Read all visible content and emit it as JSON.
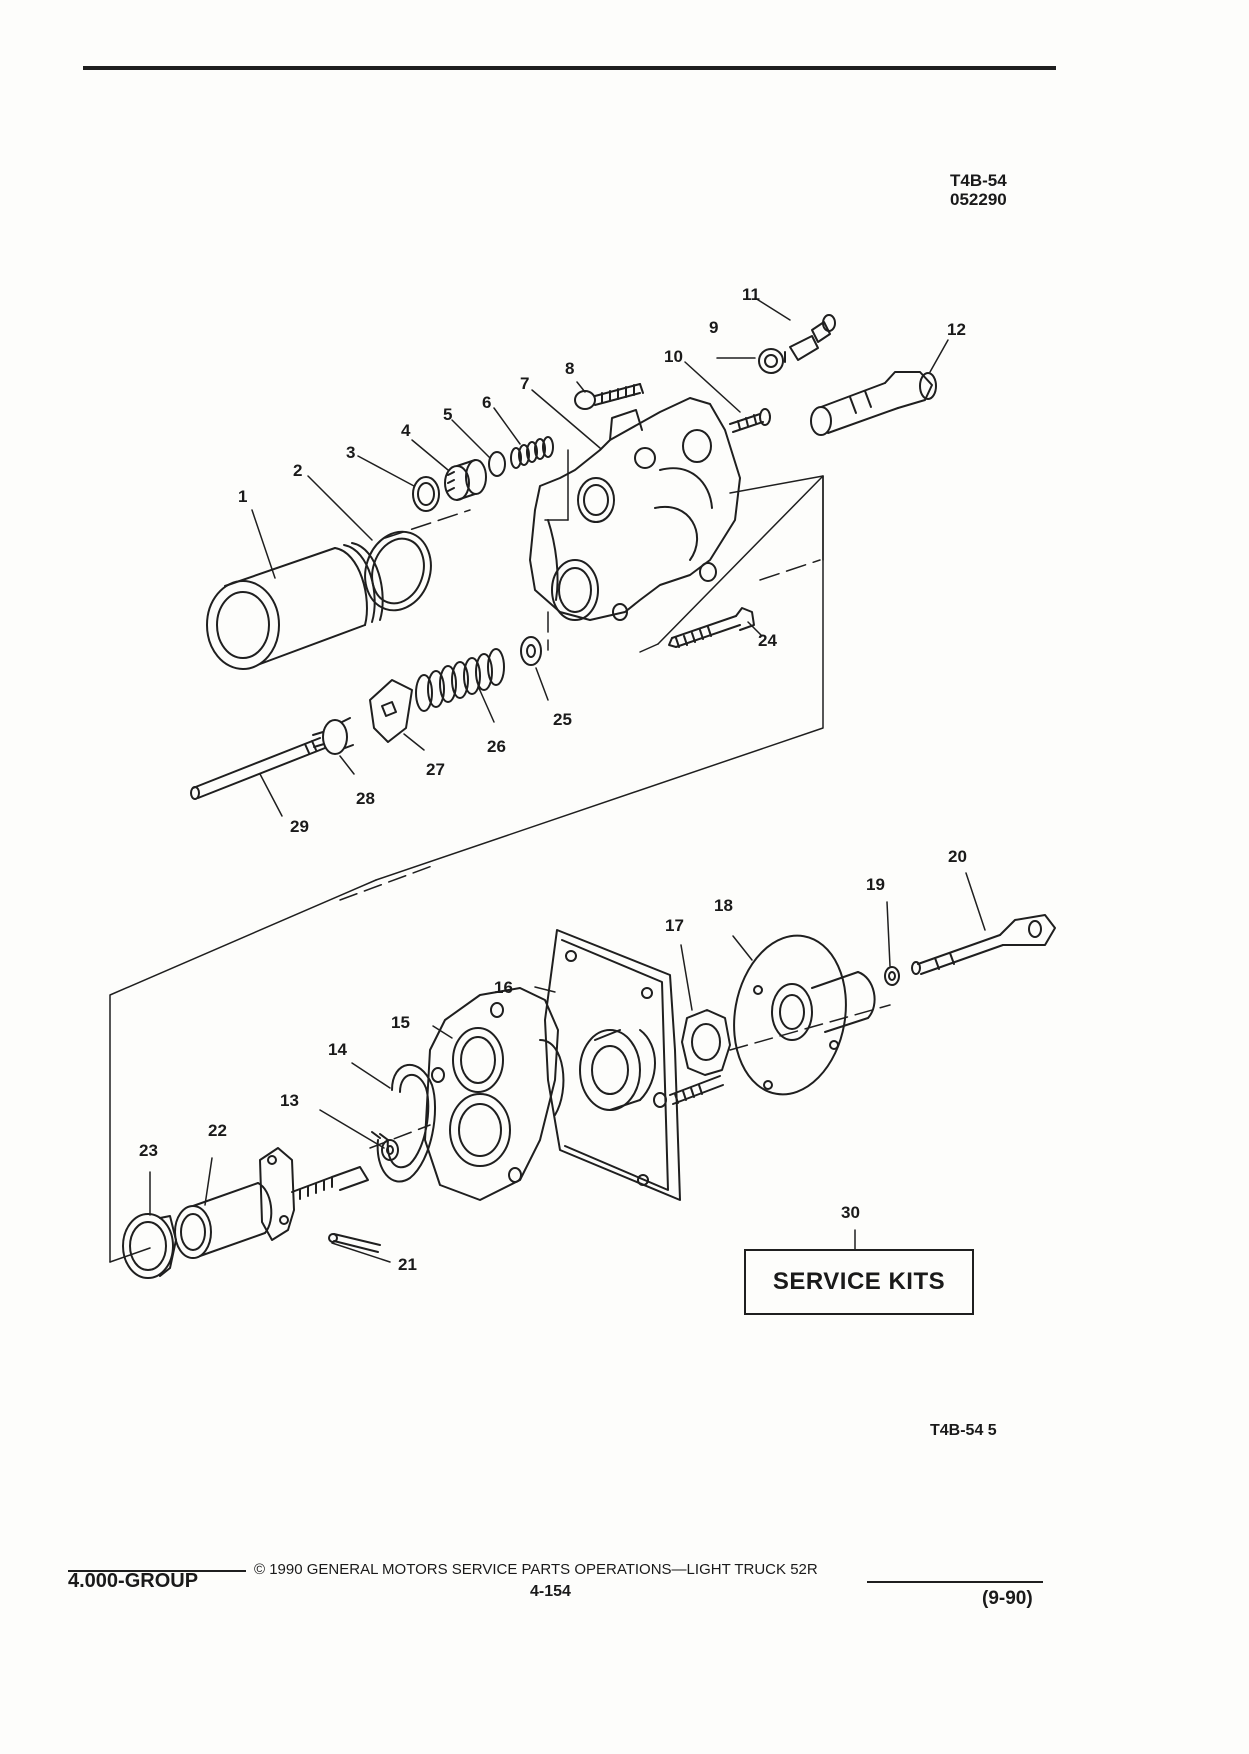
{
  "header": {
    "ref_line1": "T4B-54",
    "ref_line2": "052290"
  },
  "callouts": [
    "1",
    "2",
    "3",
    "4",
    "5",
    "6",
    "7",
    "8",
    "9",
    "10",
    "11",
    "12",
    "13",
    "14",
    "15",
    "16",
    "17",
    "18",
    "19",
    "20",
    "21",
    "22",
    "23",
    "24",
    "25",
    "26",
    "27",
    "28",
    "29",
    "30"
  ],
  "service_kits": {
    "label": "SERVICE KITS"
  },
  "figure_code": "T4B-54  5",
  "footer": {
    "group": "4.000-GROUP",
    "copyright": "© 1990 GENERAL MOTORS SERVICE PARTS OPERATIONS—LIGHT TRUCK 52R",
    "page": "4-154",
    "date": "(9-90)"
  }
}
